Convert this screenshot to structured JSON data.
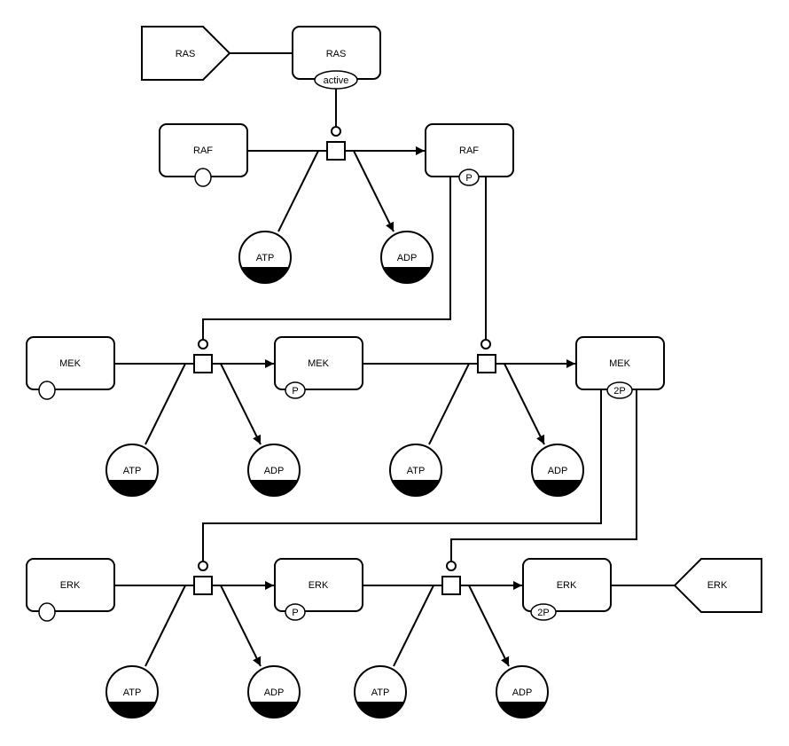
{
  "nodes": {
    "ras_tag": "RAS",
    "ras": "RAS",
    "ras_state": "active",
    "raf": "RAF",
    "raf_p": "RAF",
    "raf_p_state": "P",
    "mek": "MEK",
    "mek_p": "MEK",
    "mek_p_state": "P",
    "mek_2p": "MEK",
    "mek_2p_state": "2P",
    "erk": "ERK",
    "erk_p": "ERK",
    "erk_p_state": "P",
    "erk_2p": "ERK",
    "erk_2p_state": "2P",
    "erk_tag": "ERK"
  },
  "small_molecules": {
    "atp": "ATP",
    "adp": "ADP"
  }
}
